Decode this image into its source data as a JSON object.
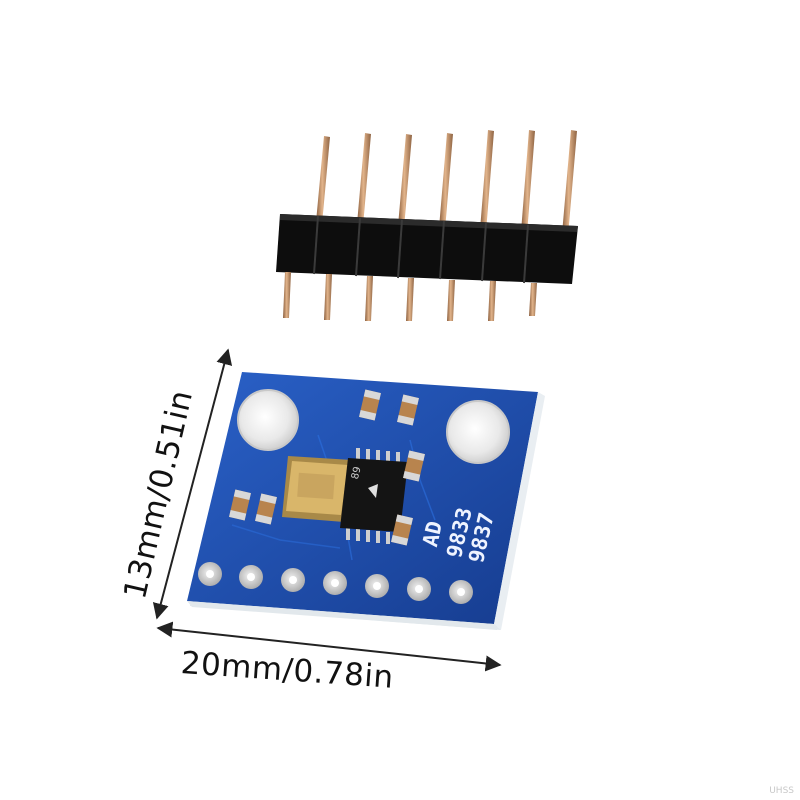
{
  "image": {
    "subject": "AD9833 module",
    "dimensions": {
      "width_label": "20mm/0.78in",
      "height_label": "13mm/0.51in"
    },
    "board": {
      "silkscreen": [
        "AD",
        "9833",
        "9837"
      ],
      "chip_marking": "89",
      "pin_count": 7,
      "header_pin_count": 7
    },
    "colors": {
      "pcb": "#1f4fb0",
      "pcb_edge": "#e4ebf0",
      "pad": "#d4d4d4",
      "header_plastic": "#111111",
      "pin_metal": "#b98a63",
      "chip": "#111111",
      "crystal": "#c7a25a",
      "arrow": "#222222"
    },
    "watermark": "UHSS"
  }
}
